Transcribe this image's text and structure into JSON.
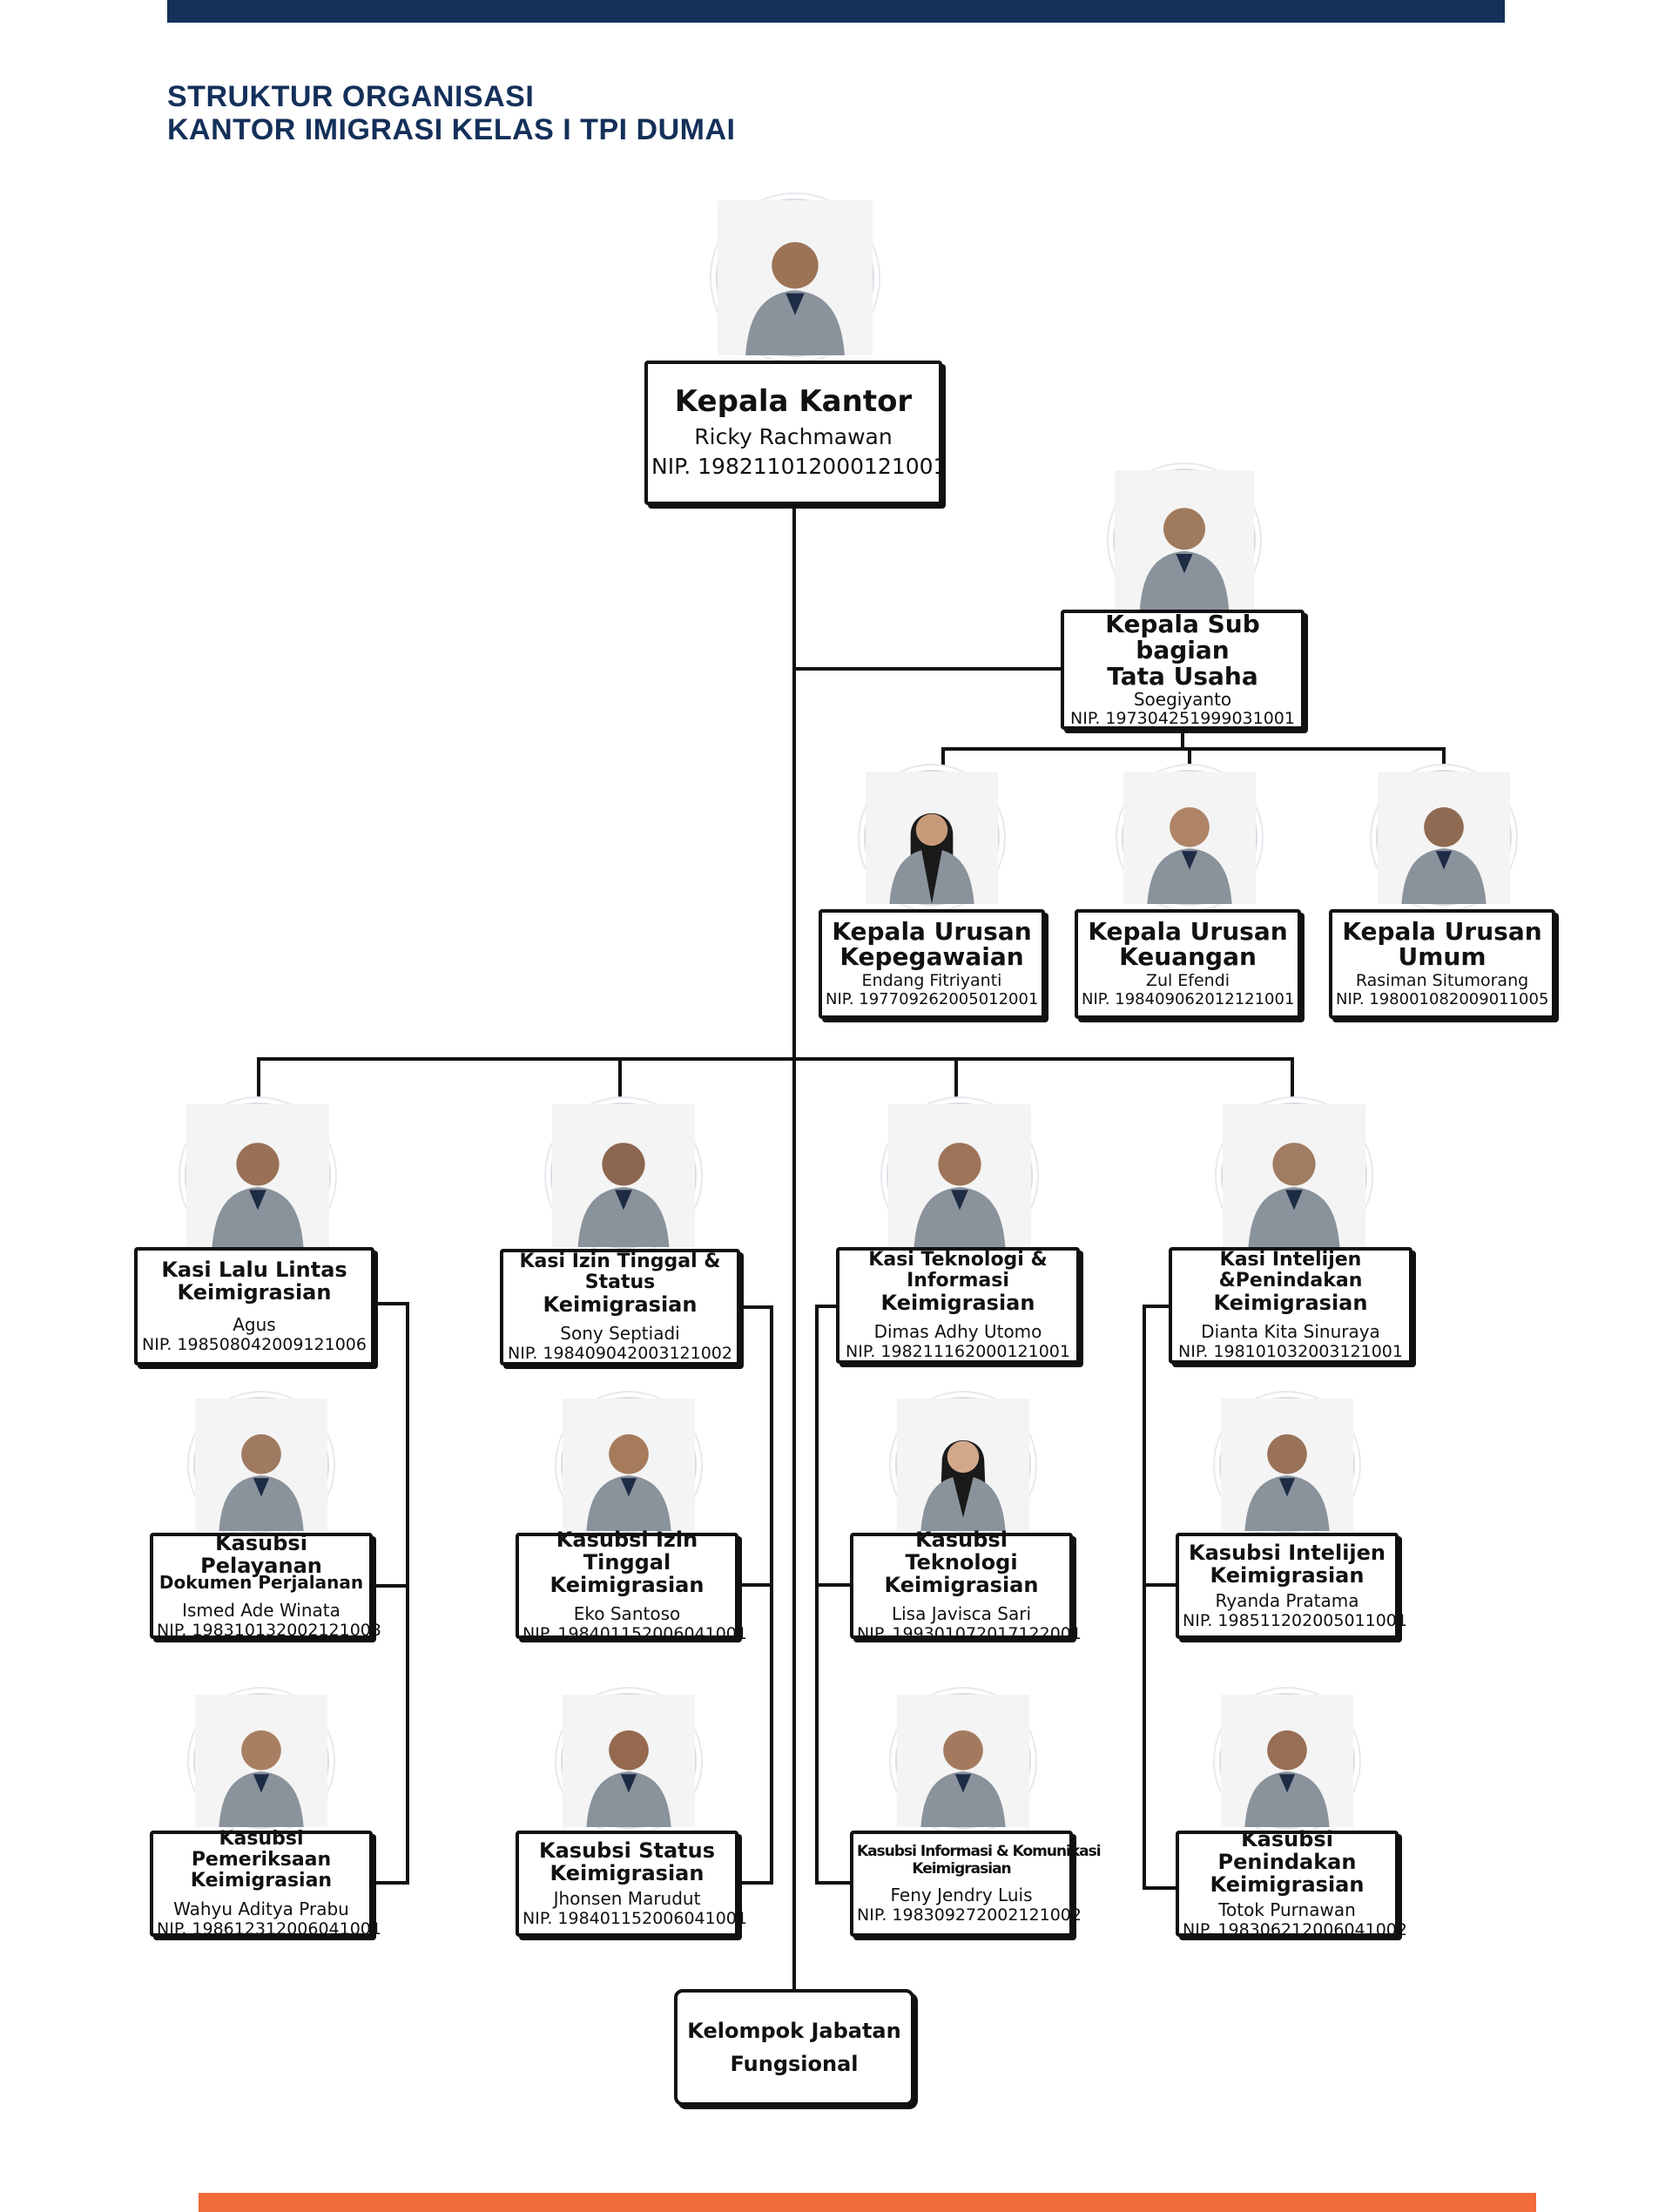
{
  "header": {
    "title_line1": "STRUKTUR ORGANISASI",
    "title_line2": "KANTOR IMIGRASI KELAS I TPI DUMAI"
  },
  "colors": {
    "navy": "#14305a",
    "orange": "#f26b3a",
    "line": "#111111"
  },
  "head": {
    "title": "Kepala Kantor",
    "name": "Ricky Rachmawan",
    "nip": "NIP. 198211012000121001"
  },
  "tu": {
    "title_line1": "Kepala Sub bagian",
    "title_line2": "Tata Usaha",
    "name": "Soegiyanto",
    "nip": "NIP. 197304251999031001"
  },
  "urusan": [
    {
      "title_line1": "Kepala Urusan",
      "title_line2": "Kepegawaian",
      "name": "Endang Fitriyanti",
      "nip": "NIP. 197709262005012001"
    },
    {
      "title_line1": "Kepala Urusan",
      "title_line2": "Keuangan",
      "name": "Zul Efendi",
      "nip": "NIP. 198409062012121001"
    },
    {
      "title_line1": "Kepala Urusan",
      "title_line2": "Umum",
      "name": "Rasiman Situmorang",
      "nip": "NIP. 198001082009011005"
    }
  ],
  "kasi": [
    {
      "title_line1": "Kasi Lalu Lintas",
      "title_line2": "Keimigrasian",
      "name": "Agus",
      "nip": "NIP. 198508042009121006"
    },
    {
      "title_line1": "Kasi Izin Tinggal & Status",
      "title_line2": "Keimigrasian",
      "name": "Sony Septiadi",
      "nip": "NIP. 198409042003121002"
    },
    {
      "title_line1": "Kasi Teknologi & Informasi",
      "title_line2": "Keimigrasian",
      "name": "Dimas Adhy Utomo",
      "nip": "NIP. 198211162000121001"
    },
    {
      "title_line1": "Kasi Intelijen &Penindakan",
      "title_line2": "Keimigrasian",
      "name": "Dianta Kita Sinuraya",
      "nip": "NIP. 198101032003121001"
    }
  ],
  "kasubsi_row1": [
    {
      "title_line1": "Kasubsi Pelayanan",
      "title_line2": "Dokumen Perjalanan",
      "name": "Ismed Ade Winata",
      "nip": "NIP. 198310132002121003"
    },
    {
      "title_line1": "Kasubsi Izin Tinggal",
      "title_line2": "Keimigrasian",
      "name": "Eko Santoso",
      "nip": "NIP. 198401152006041001"
    },
    {
      "title_line1": "Kasubsi Teknologi",
      "title_line2": "Keimigrasian",
      "name": "Lisa Javisca Sari",
      "nip": "NIP. 199301072017122001"
    },
    {
      "title_line1": "Kasubsi Intelijen",
      "title_line2": "Keimigrasian",
      "name": "Ryanda Pratama",
      "nip": "NIP. 198511202005011001"
    }
  ],
  "kasubsi_row2": [
    {
      "title_line1": "Kasubsi Pemeriksaan",
      "title_line2": "Keimigrasian",
      "name": "Wahyu Aditya Prabu",
      "nip": "NIP. 198612312006041001"
    },
    {
      "title_line1": "Kasubsi Status",
      "title_line2": "Keimigrasian",
      "name": "Jhonsen Marudut",
      "nip": "NIP. 198401152006041001"
    },
    {
      "title_line1": "Kasubsi Informasi & Komunikasi",
      "title_line2": "Keimigrasian",
      "name": "Feny Jendry Luis",
      "nip": "NIP. 198309272002121002"
    },
    {
      "title_line1": "Kasubsi Penindakan",
      "title_line2": "Keimigrasian",
      "name": "Totok Purnawan",
      "nip": "NIP. 198306212006041002"
    }
  ],
  "fungsional": {
    "title_line1": "Kelompok Jabatan",
    "title_line2": "Fungsional"
  }
}
